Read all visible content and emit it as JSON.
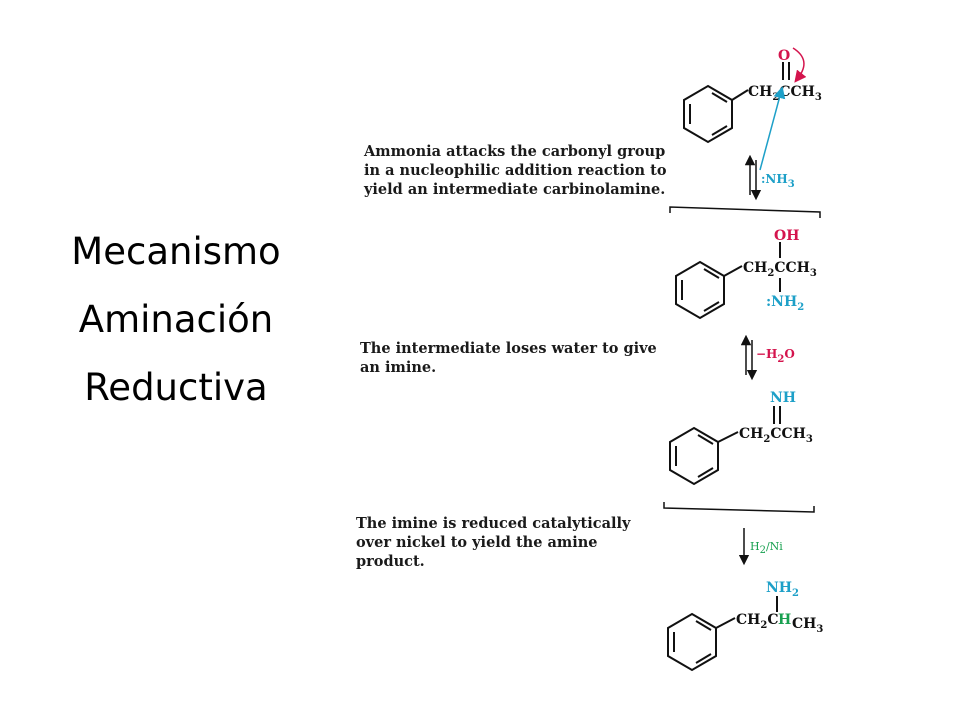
{
  "title": {
    "line1": "Mecanismo",
    "line2": "Aminación",
    "line3": "Reductiva"
  },
  "steps": {
    "step1": {
      "line1": "Ammonia attacks the carbonyl group",
      "line2": "in a nucleophilic addition reaction to",
      "line3": "yield an intermediate carbinolamine."
    },
    "step2": {
      "line1": "The intermediate loses water to give",
      "line2": "an imine."
    },
    "step3": {
      "line1": "The imine is reduced catalytically",
      "line2": "over nickel to yield the amine",
      "line3": "product."
    }
  },
  "structures": {
    "ketone": {
      "top": "O",
      "chain": "CH",
      "chain_sub": "2",
      "chain2": "CCH",
      "chain2_sub": "3"
    },
    "reagent1": {
      "label": ":NH",
      "sub": "3"
    },
    "carbinolamine": {
      "top": "OH",
      "chain": "CH",
      "chain_sub": "2",
      "chain2": "CCH",
      "chain2_sub": "3",
      "bottom": ":NH",
      "bottom_sub": "2"
    },
    "reagent2": {
      "label": "−H",
      "sub": "2",
      "label2": "O"
    },
    "imine": {
      "top": "NH",
      "chain": "CH",
      "chain_sub": "2",
      "chain2": "CCH",
      "chain2_sub": "3"
    },
    "reagent3": {
      "label": "H",
      "sub": "2",
      "label2": "/Ni"
    },
    "amine": {
      "top": "NH",
      "top_sub": "2",
      "chain": "CH",
      "chain_sub": "2",
      "c": "C",
      "h": "H",
      "ch3": "CH",
      "ch3_sub": "3"
    }
  },
  "colors": {
    "red": "#d4144d",
    "blue": "#1ea0c8",
    "green": "#18a050",
    "ink": "#111111"
  }
}
